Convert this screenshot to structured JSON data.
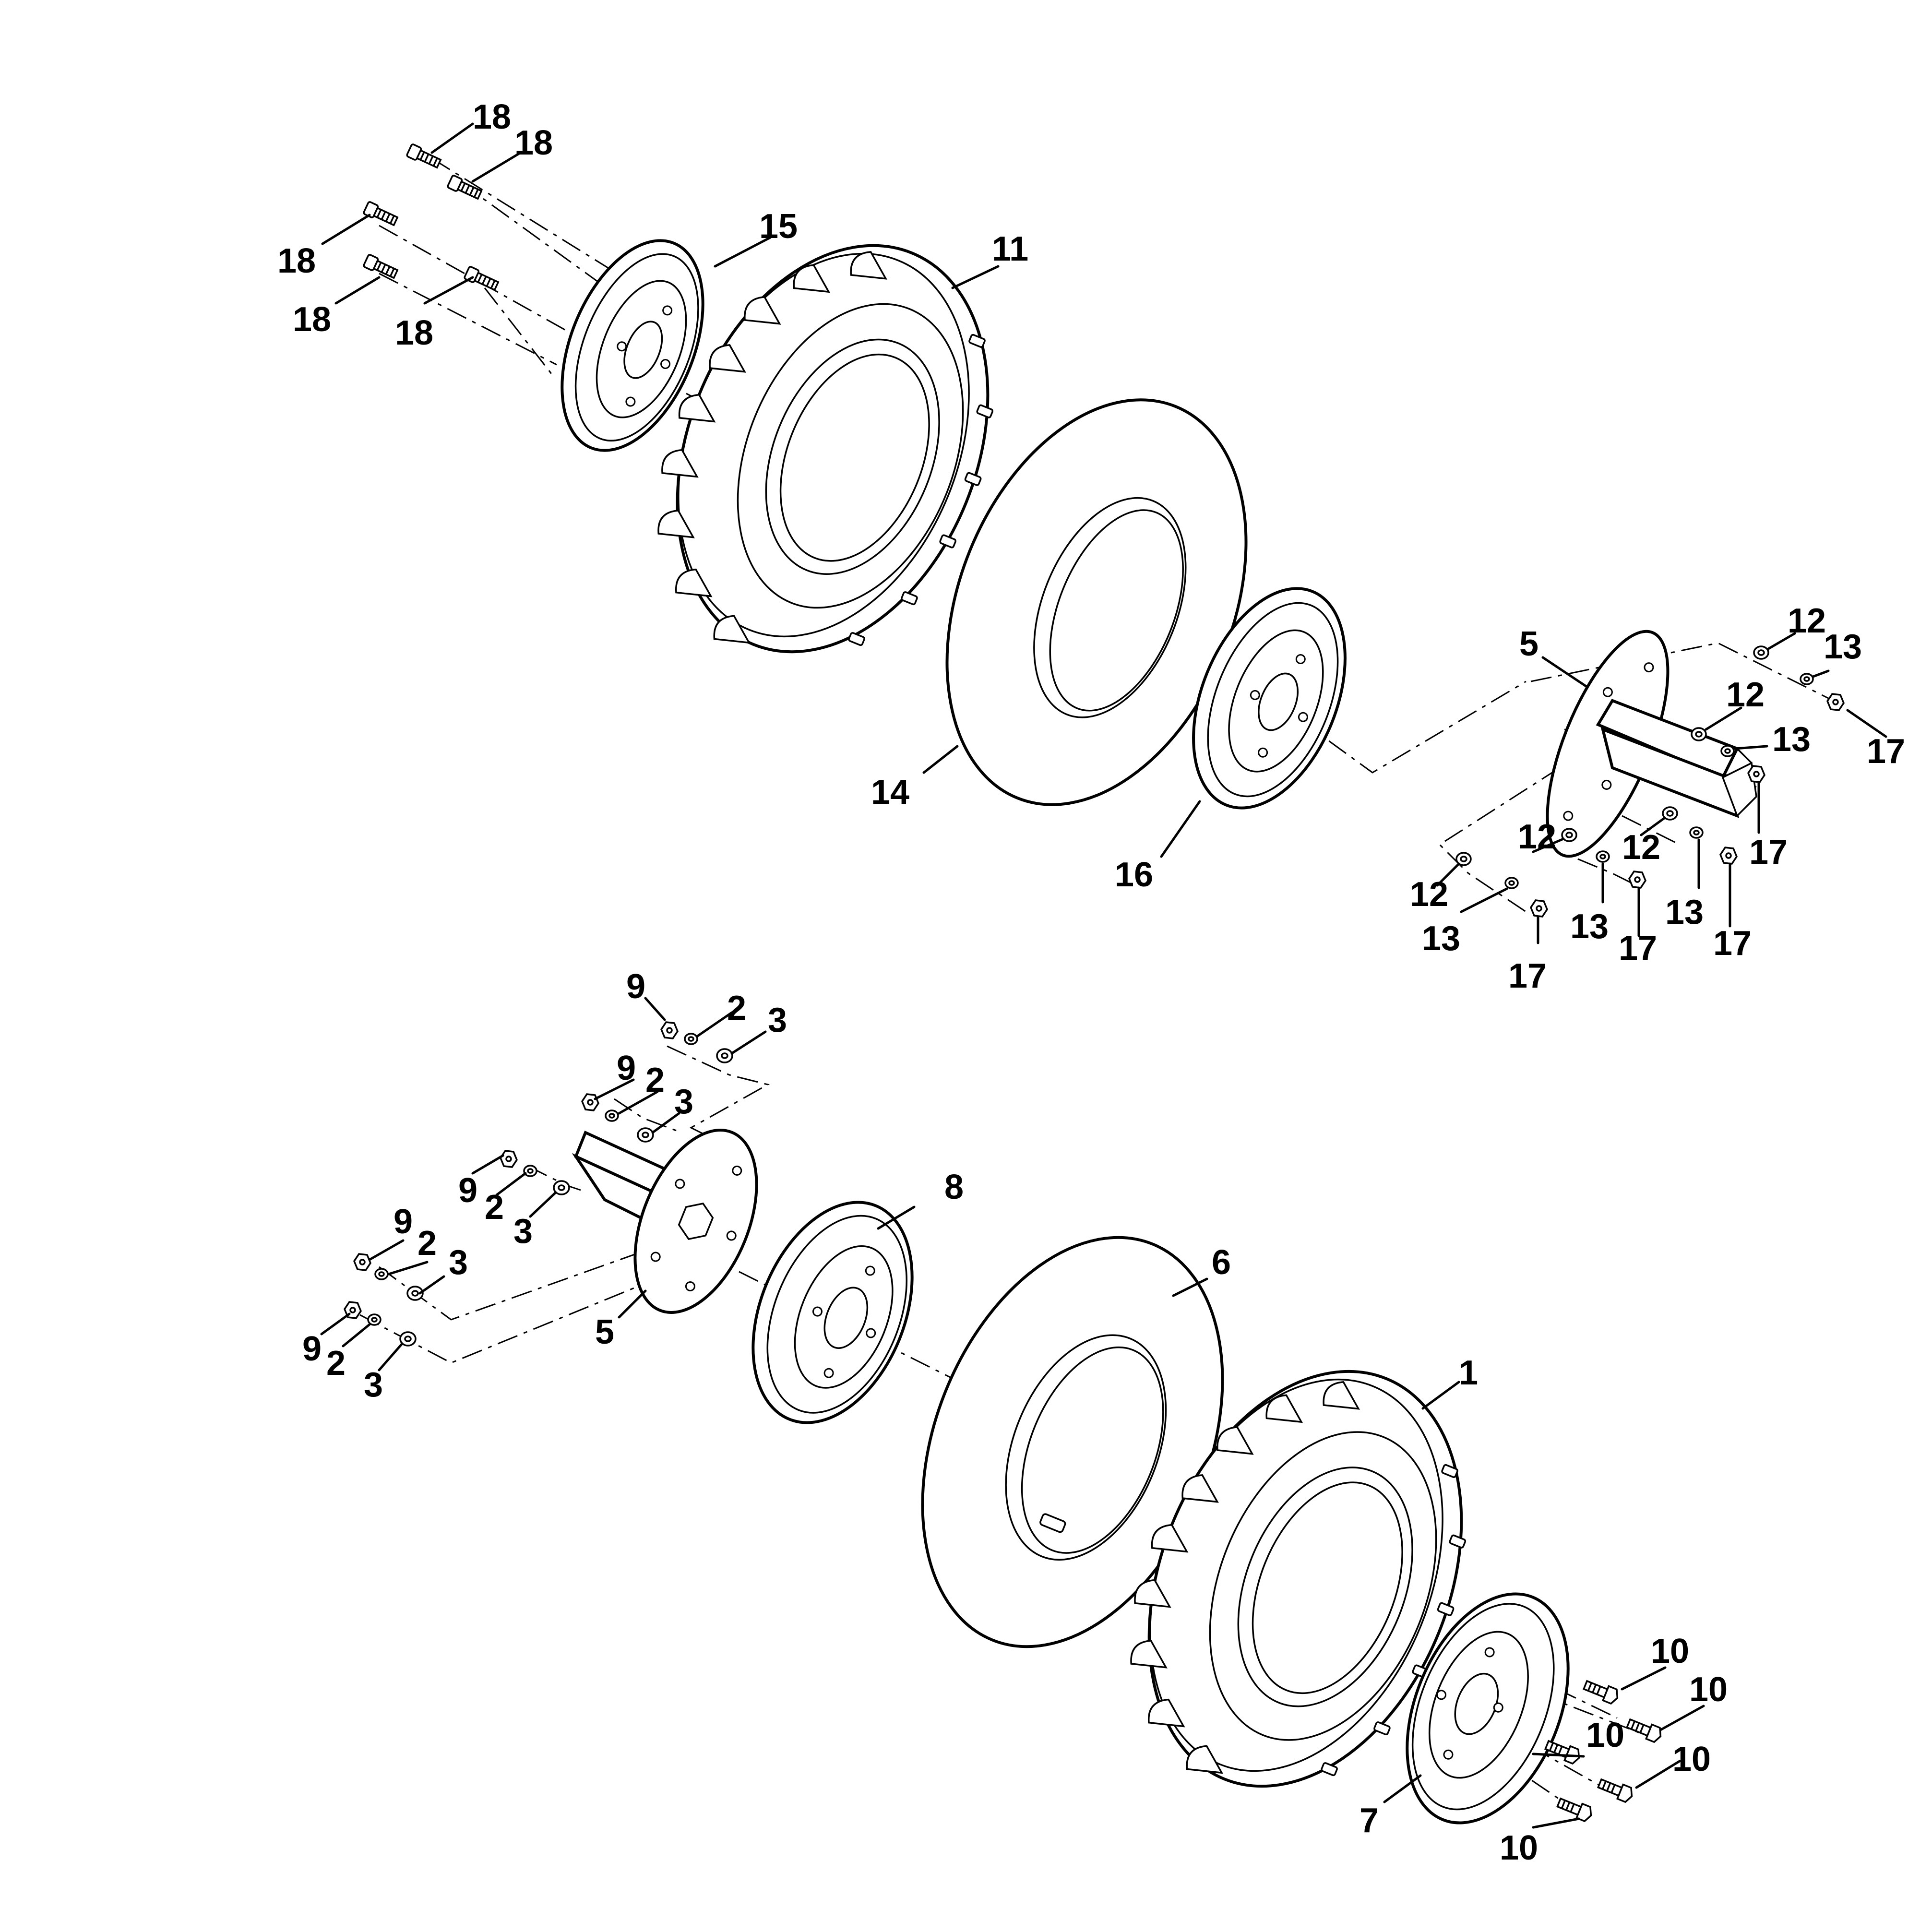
{
  "callouts": {
    "p1": "1",
    "p2": "2",
    "p3": "3",
    "p5": "5",
    "p6": "6",
    "p7": "7",
    "p8": "8",
    "p9": "9",
    "p10": "10",
    "p11": "11",
    "p12": "12",
    "p13": "13",
    "p14": "14",
    "p15": "15",
    "p16": "16",
    "p17": "17",
    "p18": "18"
  }
}
